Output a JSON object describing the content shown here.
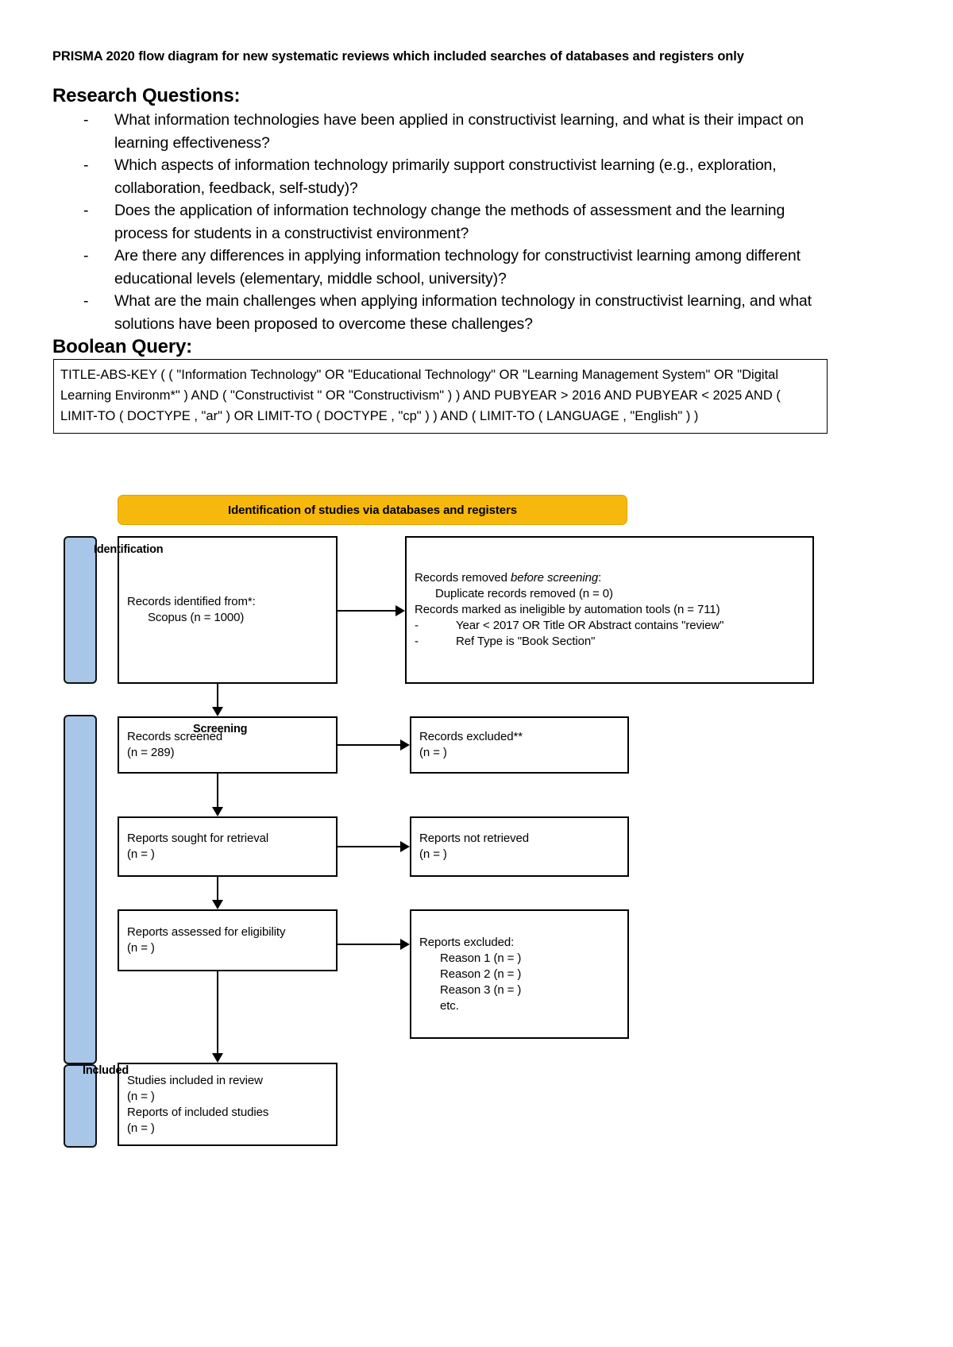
{
  "document": {
    "title": "PRISMA 2020 flow diagram for new systematic reviews which included searches of databases and registers only",
    "research_questions_heading": "Research Questions:",
    "research_questions": [
      "What information technologies have been applied in constructivist learning, and what is their impact on learning effectiveness?",
      "Which aspects of information technology primarily support constructivist learning (e.g., exploration, collaboration, feedback, self-study)?",
      "Does the application of information technology change the methods of assessment and the learning process for students in a constructivist environment?",
      "Are there any differences in applying information technology for constructivist learning among different educational levels (elementary, middle school, university)?",
      "What are the main challenges when applying information technology in constructivist learning, and what solutions have been proposed to overcome these challenges?"
    ],
    "boolean_query_heading": "Boolean Query:",
    "boolean_query": "TITLE-ABS-KEY ( ( \"Information Technology\" OR \"Educational Technology\" OR \"Learning Management System\" OR \"Digital Learning Environm*\" ) AND ( \"Constructivist \" OR \"Constructivism\" ) ) AND PUBYEAR > 2016 AND PUBYEAR < 2025 AND ( LIMIT-TO ( DOCTYPE , \"ar\" ) OR LIMIT-TO ( DOCTYPE , \"cp\" ) ) AND ( LIMIT-TO ( LANGUAGE , \"English\" ) )"
  },
  "flow": {
    "banner": "Identification of studies via databases and registers",
    "stages": {
      "identification": "Identification",
      "screening": "Screening",
      "included": "Included"
    },
    "nodes": {
      "identified": {
        "line1": "Records identified from*:",
        "line2": "Scopus (n = 1000)"
      },
      "removed": {
        "line1_a": "Records removed ",
        "line1_b": "before screening",
        "line1_c": ":",
        "line2": "Duplicate records removed (n = 0)",
        "line3": "Records marked as ineligible by automation tools (n = 711)",
        "bullet1": "Year < 2017 OR Title OR Abstract contains \"review\"",
        "bullet2": "Ref Type is \"Book Section\""
      },
      "screened": {
        "line1": "Records screened",
        "line2": "(n = 289)"
      },
      "excluded": {
        "line1": "Records excluded**",
        "line2": "(n = )"
      },
      "sought": {
        "line1": "Reports sought for retrieval",
        "line2": "(n = )"
      },
      "not_retrieved": {
        "line1": "Reports not retrieved",
        "line2": "(n = )"
      },
      "assessed": {
        "line1": "Reports assessed for eligibility",
        "line2": "(n = )"
      },
      "reports_excluded": {
        "line1": "Reports excluded:",
        "line2": "Reason 1 (n = )",
        "line3": "Reason 2 (n = )",
        "line4": "Reason 3 (n = )",
        "line5": "etc."
      },
      "included": {
        "line1": "Studies included in review",
        "line2": "(n = )",
        "line3": "Reports of included studies",
        "line4": "(n = )"
      }
    }
  },
  "colors": {
    "banner": "#F7B80E",
    "stage_bar": "#A7C6E8",
    "border": "#000000",
    "page": "#FFFFFF"
  }
}
